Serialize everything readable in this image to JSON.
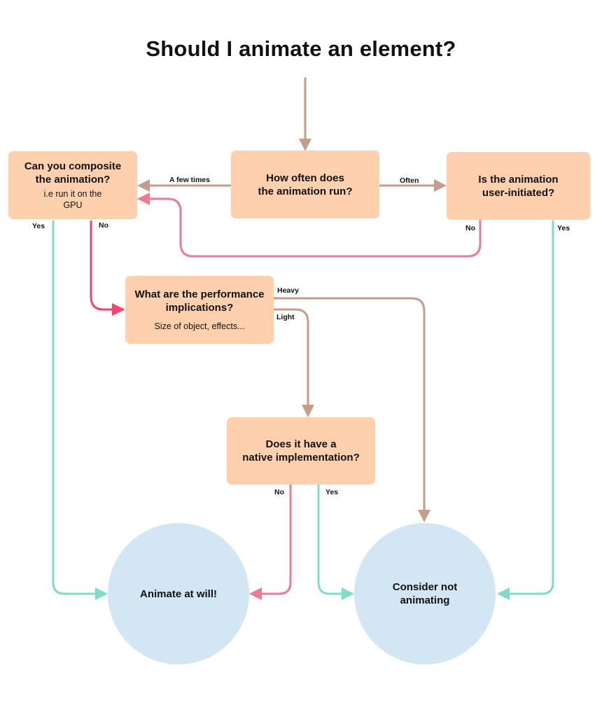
{
  "title": "Should I animate an element?",
  "nodes": {
    "how_often": {
      "title": "How often does\nthe animation run?"
    },
    "composite": {
      "title": "Can you composite\nthe animation?",
      "subtitle": "i.e run it on the\nGPU"
    },
    "user_initiated": {
      "title": "Is the animation\nuser-initiated?"
    },
    "performance": {
      "title": "What are the performance\nimplications?",
      "subtitle": "Size of object, effects..."
    },
    "native": {
      "title": "Does it have a\nnative implementation?"
    },
    "animate": {
      "title": "Animate at will!"
    },
    "consider": {
      "title": "Consider not\nanimating"
    }
  },
  "edge_labels": {
    "a_few_times": "A few times",
    "often": "Often",
    "composite_yes": "Yes",
    "composite_no": "No",
    "user_no": "No",
    "user_yes": "Yes",
    "heavy": "Heavy",
    "light": "Light",
    "native_no": "No",
    "native_yes": "Yes"
  },
  "colors": {
    "box_fill": "#ffd0ad",
    "circle_fill": "#d3e6f3",
    "edge_neutral": "#c49e8c",
    "edge_no": "#ef7a94",
    "edge_no_strong": "#f2456d",
    "edge_yes": "#7fdccb"
  }
}
